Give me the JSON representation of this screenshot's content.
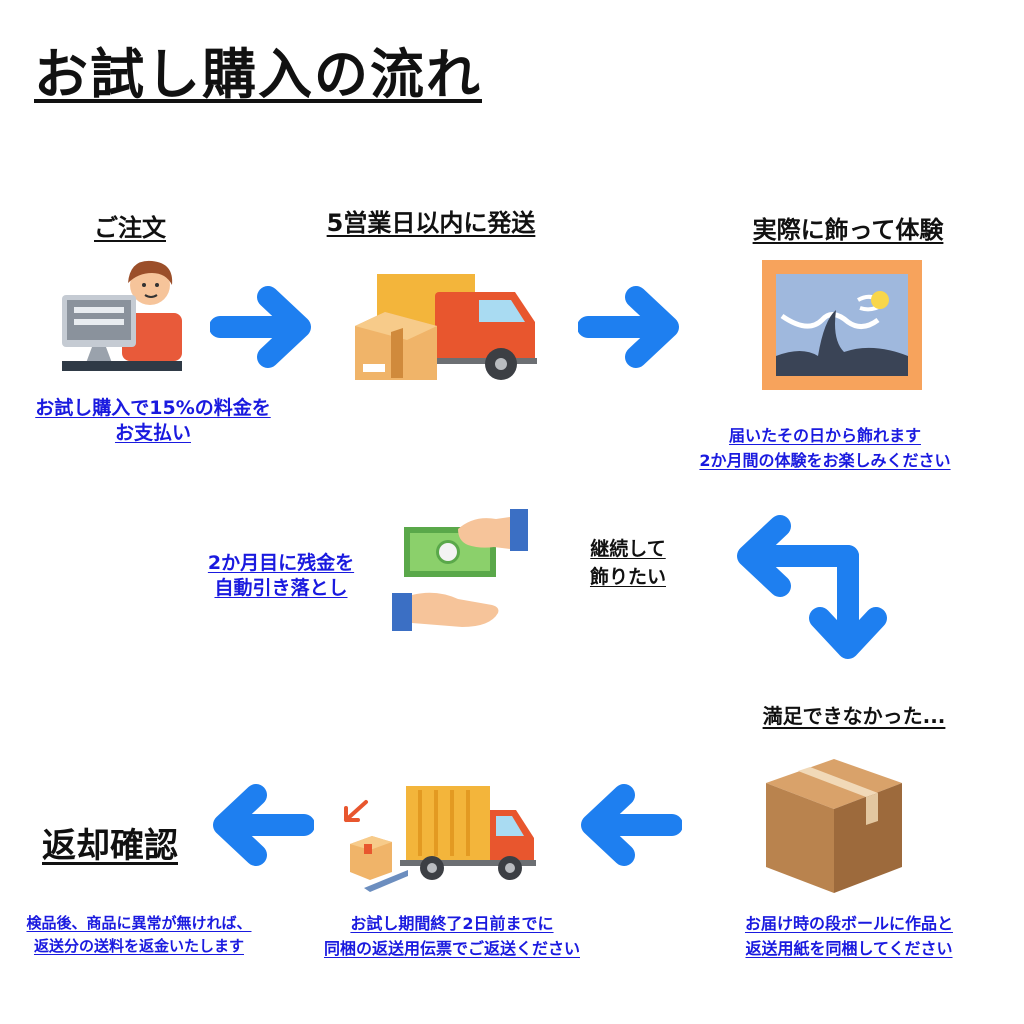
{
  "title": "お試し購入の流れ",
  "steps": {
    "order": {
      "label": "ご注文",
      "note_line1": "お試し購入で15%の料金を",
      "note_line2": "お支払い"
    },
    "ship": {
      "label": "5営業日以内に発送"
    },
    "experience": {
      "label": "実際に飾って体験",
      "note_line1": "届いたその日から飾れます",
      "note_line2": "2か月間の体験をお楽しみください"
    },
    "continue": {
      "line1": "継続して",
      "line2": "飾りたい"
    },
    "payment": {
      "note_line1": "2か月目に残金を",
      "note_line2": "自動引き落とし"
    },
    "unsatisfied": {
      "label": "満足できなかった..."
    },
    "pack": {
      "note_line1": "お届け時の段ボールに作品と",
      "note_line2": "返送用紙を同梱してください"
    },
    "return_ship": {
      "note_line1": "お試し期間終了2日前までに",
      "note_line2": "同梱の返送用伝票でご返送ください"
    },
    "confirm": {
      "label": "返却確認",
      "note_line1": "検品後、商品に異常が無ければ、",
      "note_line2": "返送分の送料を返金いたします"
    }
  },
  "colors": {
    "arrow": "#1e7ff0",
    "note_text": "#1a1adf"
  },
  "icons": [
    "person-computer-icon",
    "delivery-truck-icon",
    "framed-painting-icon",
    "money-hands-icon",
    "split-arrow-icon",
    "cardboard-box-icon",
    "return-truck-icon"
  ]
}
